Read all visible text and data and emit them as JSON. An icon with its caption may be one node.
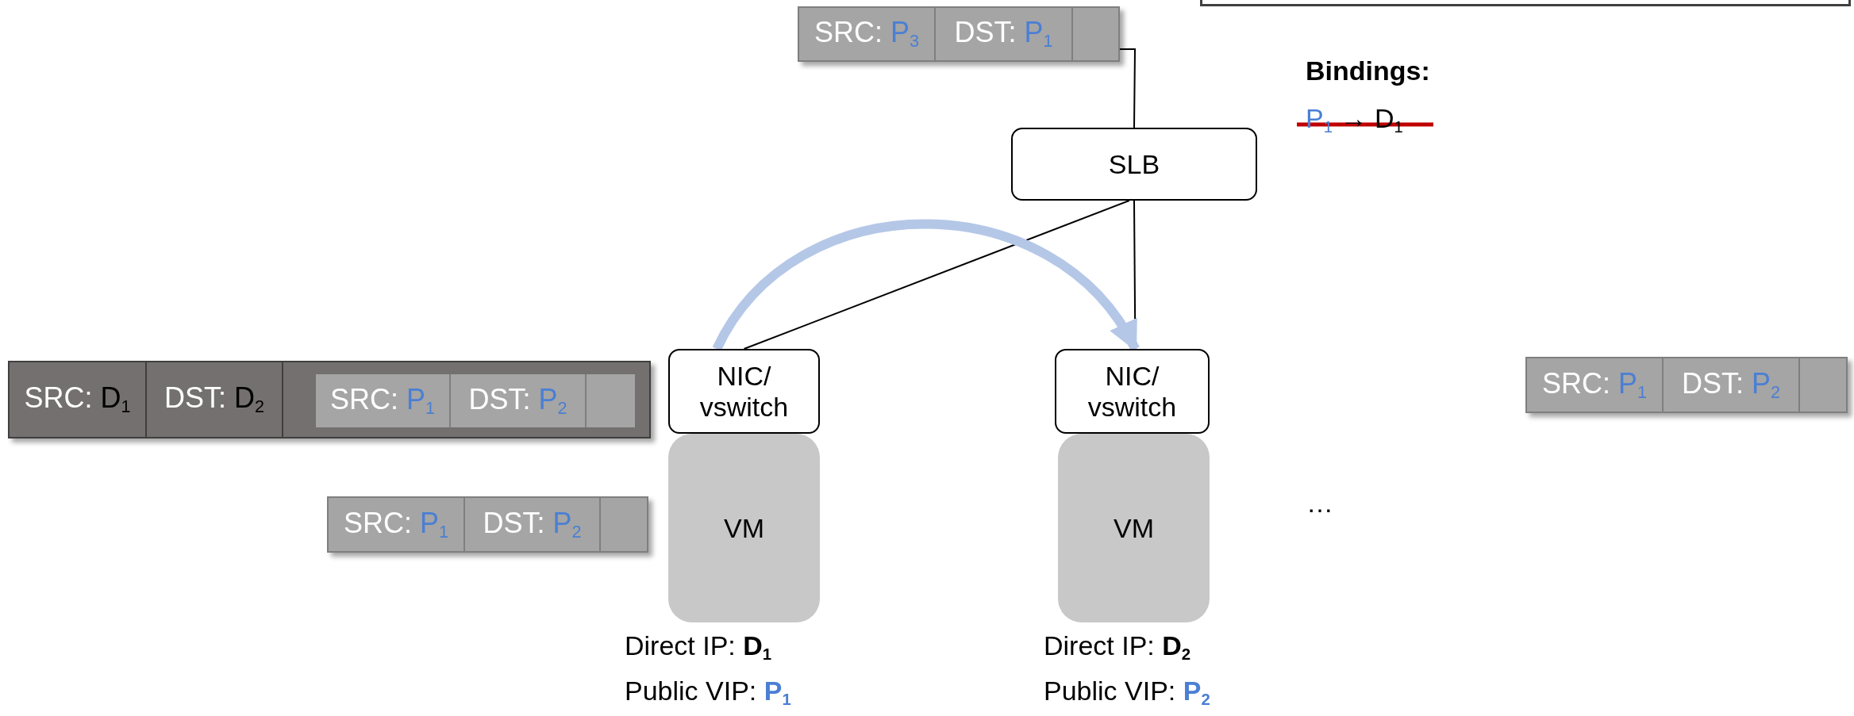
{
  "diagram": {
    "nodes": [
      {
        "text": [
          "SRC: P$_{3}$",
          "DST: P$_{1}$"
        ]
      },
      {
        "text": [
          "SLB"
        ]
      },
      {
        "text": [
          "NIC/ vswitch"
        ]
      },
      {
        "text": [
          "NIC/ vswitch"
        ]
      },
      {
        "text": [
          "VM"
        ],
        "beside": [
          "Direct IP: **D**$_{1}$",
          "Public VIP: **P**$_{1}$"
        ]
      },
      {
        "text": [
          "VM"
        ],
        "beside": [
          "Direct IP: **D**$_{2}$",
          "Public VIP: **P**$_{2}$"
        ]
      },
      {
        "text": [
          "SRC: D$_{1}$",
          "DST: D$_{2}$"
        ]
      },
      {
        "text": [
          "SRC: P$_{1}$",
          "DST: P$_{2}$"
        ],
        "in": 6
      },
      {
        "text": [
          "SRC: P$_{1}$",
          "DST: P$_{2}$"
        ]
      },
      {
        "text": [
          "SRC: P$_{1}$",
          "DST: P$_{2}$"
        ]
      }
    ],
    "edges": [
      {
        "from": 0,
        "to": 1,
        "arrow": "none"
      },
      {
        "from": 1,
        "to": 2,
        "arrow": "none"
      },
      {
        "from": 1,
        "to": 3,
        "arrow": "none"
      },
      {
        "from": 2,
        "to": 3,
        "arrow": "to",
        "style": "thick",
        "color": "#b4c7e7"
      }
    ],
    "labels": [
      "Bindings:",
      "P$_{1}$ → D$_{1}$",
      "…"
    ]
  }
}
